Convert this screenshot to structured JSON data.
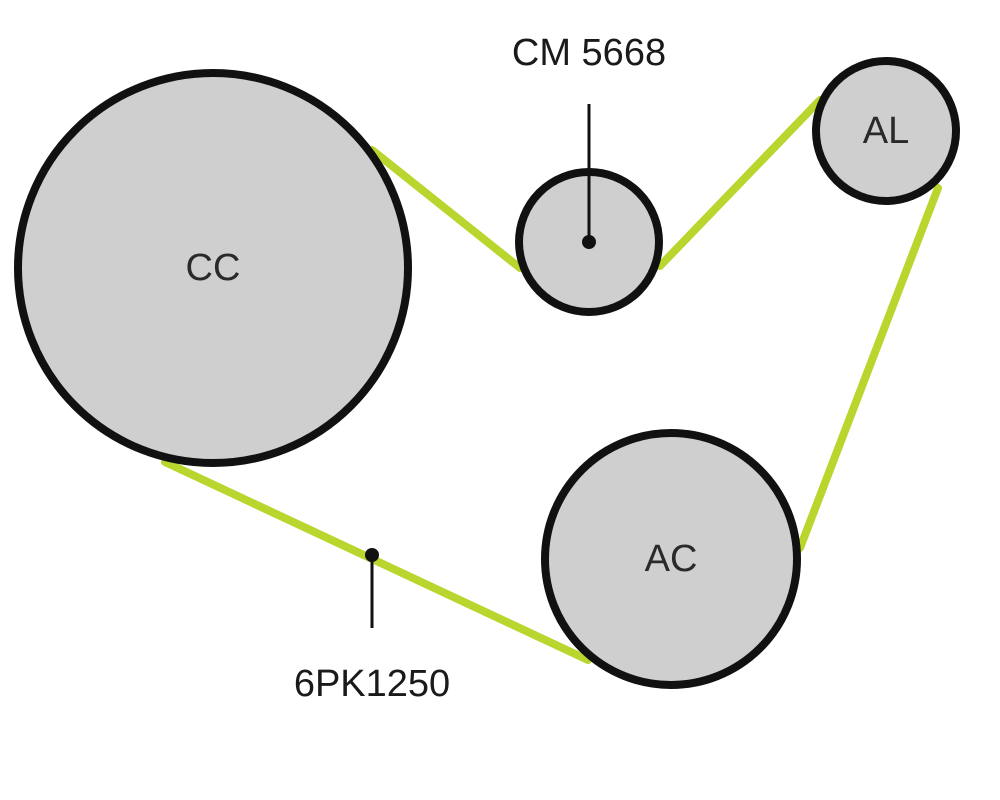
{
  "diagram": {
    "belt_color": "#b8d62e",
    "pulley_fill": "#cfcfcf",
    "outline_color": "#111111",
    "pulleys": {
      "cc": {
        "label": "CC"
      },
      "cm": {
        "label": ""
      },
      "al": {
        "label": "AL"
      },
      "ac": {
        "label": "AC"
      }
    },
    "callouts": {
      "tensioner_part": "CM 5668",
      "belt_part": "6PK1250"
    }
  }
}
